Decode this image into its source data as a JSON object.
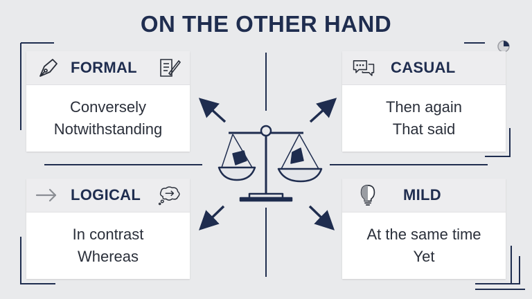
{
  "title": "ON THE OTHER HAND",
  "colors": {
    "ink": "#1f2d4f",
    "background": "#e9eaec",
    "header": "#ededef",
    "card": "#ffffff"
  },
  "quadrants": [
    {
      "label": "FORMAL",
      "icon_left": "fountain-pen-icon",
      "icon_right": "document-quill-icon",
      "phrases": [
        "Conversely",
        "Notwithstanding"
      ]
    },
    {
      "label": "CASUAL",
      "icon_left": "speech-bubbles-icon",
      "phrases": [
        "Then again",
        "That said"
      ]
    },
    {
      "label": "LOGICAL",
      "icon_left": "arrow-right-icon",
      "icon_right": "thought-bubble-arrow-icon",
      "phrases": [
        "In contrast",
        "Whereas"
      ]
    },
    {
      "label": "MILD",
      "icon_left": "lightbulb-icon",
      "phrases": [
        "At the same time",
        "Yet"
      ]
    }
  ],
  "center_icon": "balance-scale-icon"
}
